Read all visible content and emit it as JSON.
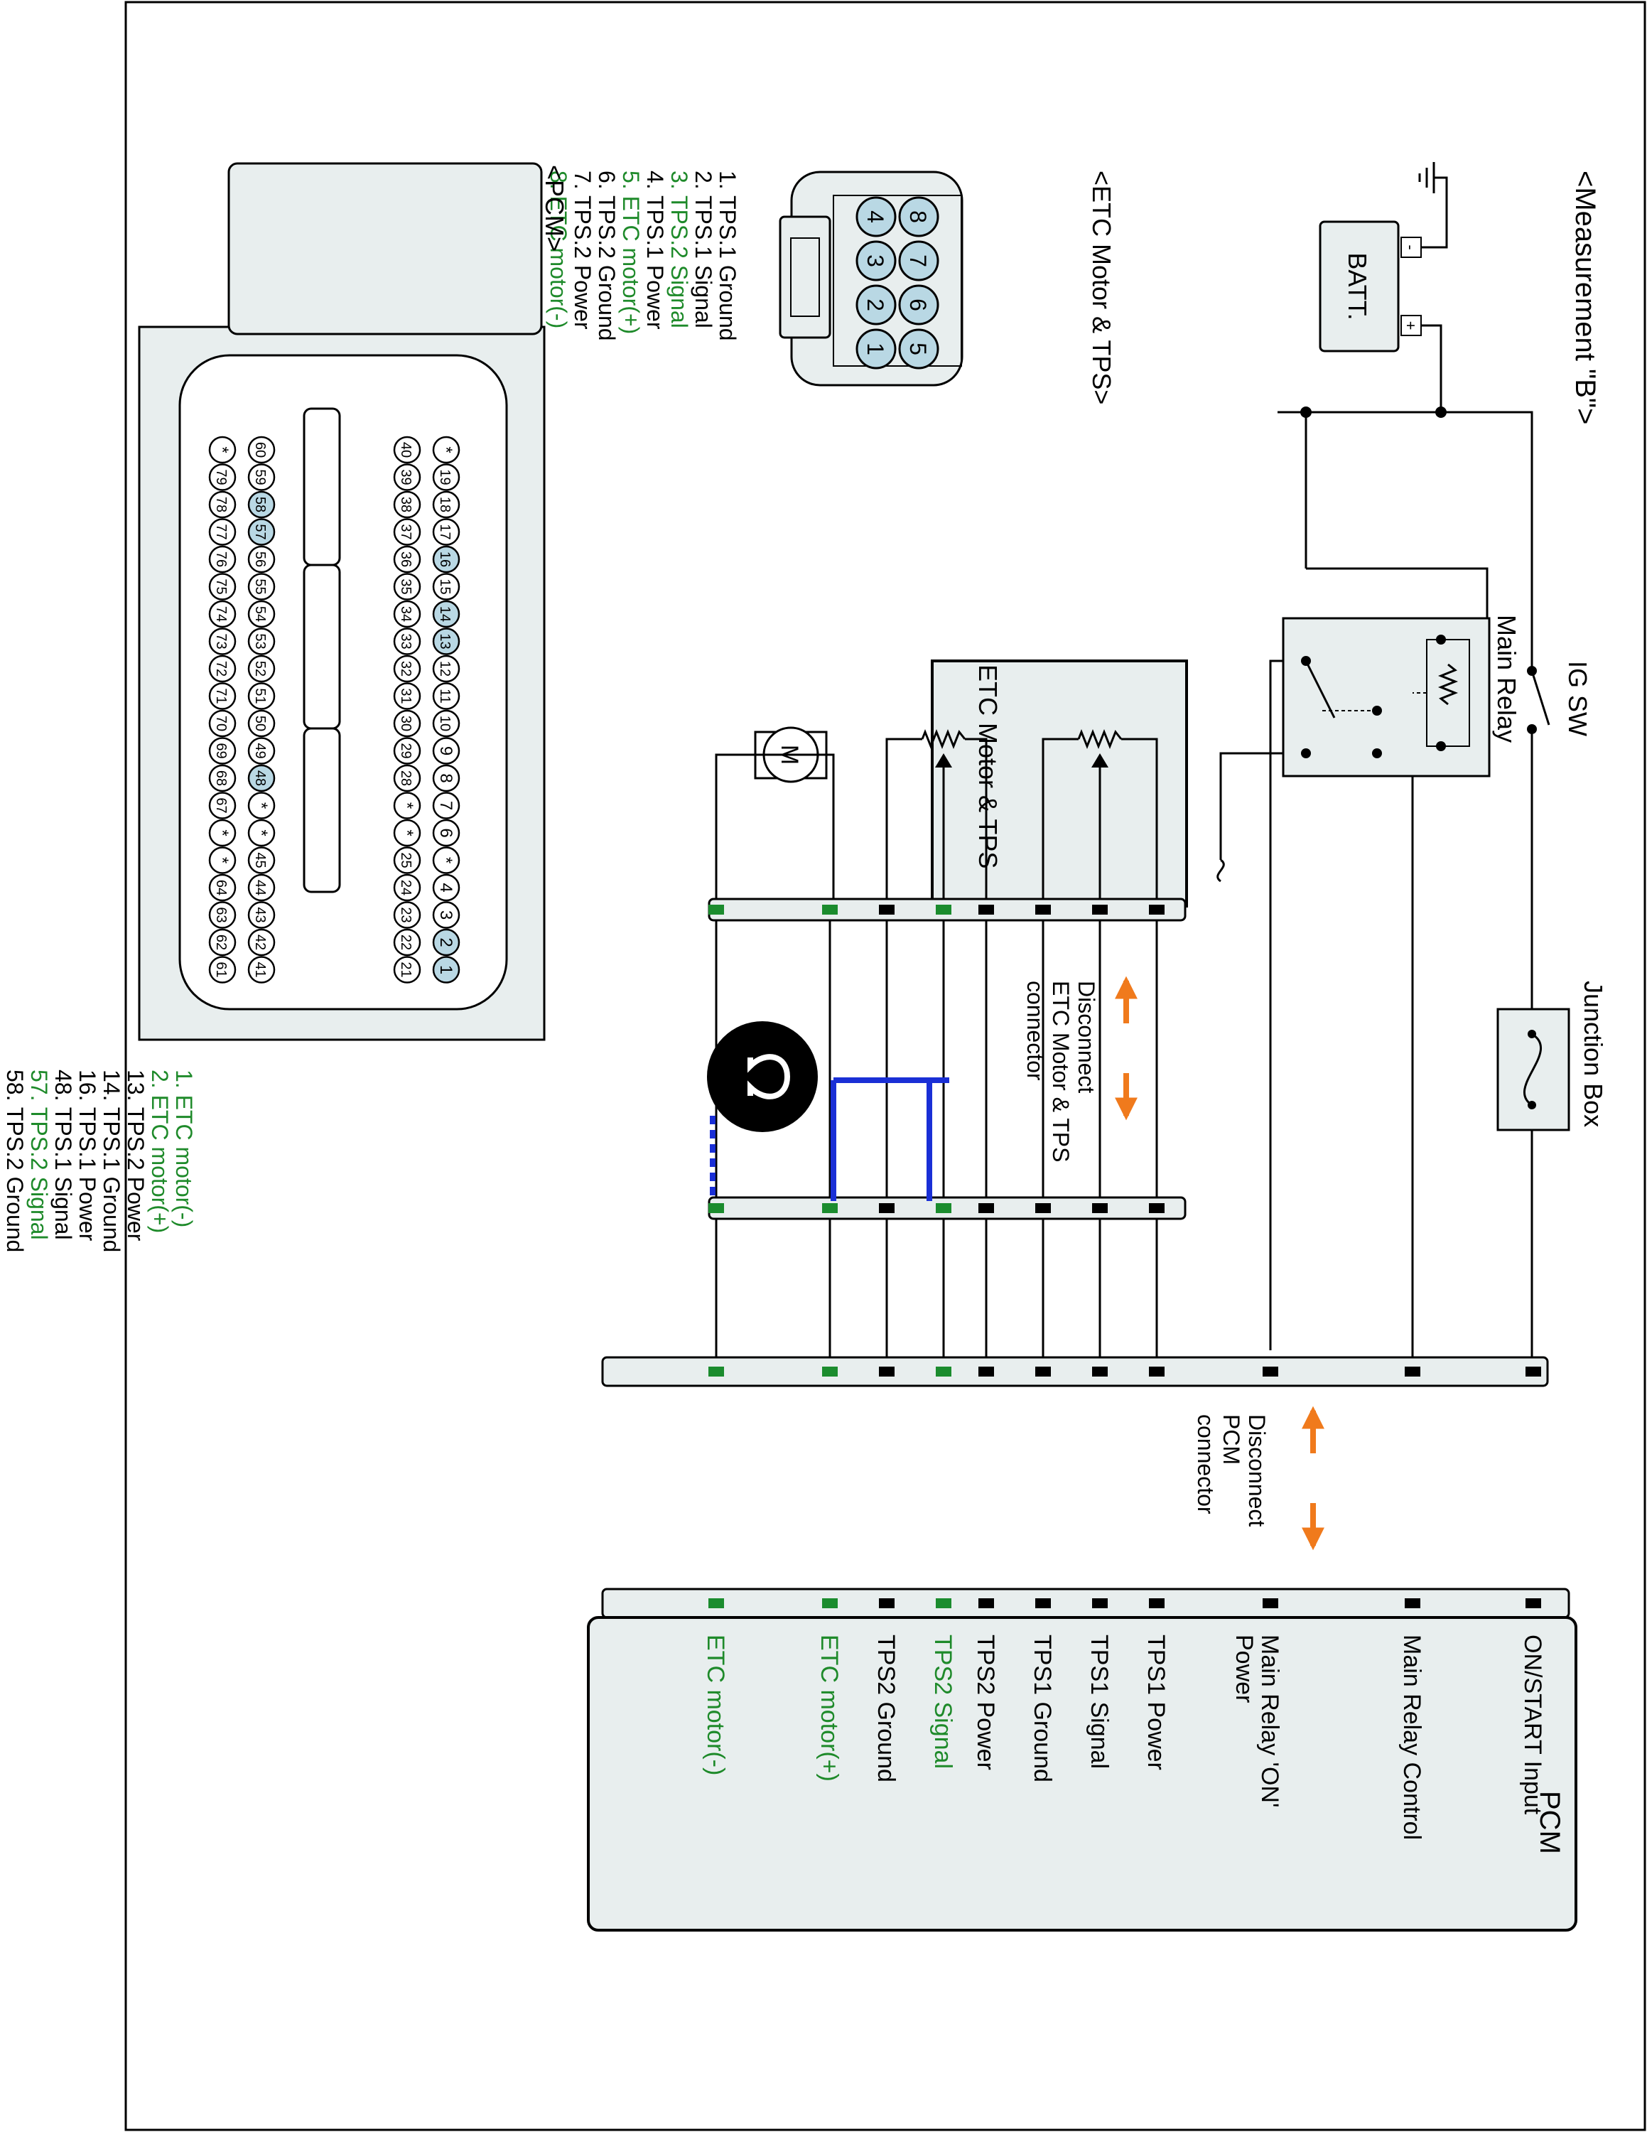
{
  "measurement_title": "<Measurement \"B\">",
  "battery": {
    "label": "BATT.",
    "neg": "-",
    "pos": "+"
  },
  "ig_sw": "IG SW",
  "main_relay": "Main Relay",
  "junction_box": "Junction Box",
  "disconnect_etc": [
    "Disconnect",
    "ETC Motor & TPS",
    "connector"
  ],
  "disconnect_pcm": [
    "Disconnect",
    "PCM",
    "connector"
  ],
  "etc_block_label": "ETC Motor & TPS",
  "motor_symbol": "M",
  "etc_connector": {
    "title": "<ETC Motor & TPS>",
    "pins": [
      "1",
      "2",
      "3",
      "4",
      "5",
      "6",
      "7",
      "8"
    ],
    "legend": [
      {
        "text": "1. TPS.1 Ground",
        "color": "black"
      },
      {
        "text": "2. TPS.1 Signal",
        "color": "black"
      },
      {
        "text": "3. TPS.2 Signal",
        "color": "green"
      },
      {
        "text": "4. TPS.1 Power",
        "color": "black"
      },
      {
        "text": "5. ETC motor(+)",
        "color": "green"
      },
      {
        "text": "6. TPS.2 Ground",
        "color": "black"
      },
      {
        "text": "7. TPS.2 Power",
        "color": "black"
      },
      {
        "text": "8. ETC motor(-)",
        "color": "green"
      }
    ]
  },
  "pcm_connector": {
    "title": "<PCM>",
    "row1": [
      "*",
      "19",
      "18",
      "17",
      "16",
      "15",
      "14",
      "13",
      "12",
      "11",
      "10",
      "9",
      "8",
      "7",
      "6",
      "*",
      "4",
      "3",
      "2",
      "1"
    ],
    "row2": [
      "40",
      "39",
      "38",
      "37",
      "36",
      "35",
      "34",
      "33",
      "32",
      "31",
      "30",
      "29",
      "28",
      "*",
      "*",
      "25",
      "24",
      "23",
      "22",
      "21"
    ],
    "row3": [
      "60",
      "59",
      "58",
      "57",
      "56",
      "55",
      "54",
      "53",
      "52",
      "51",
      "50",
      "49",
      "48",
      "*",
      "*",
      "45",
      "44",
      "43",
      "42",
      "41"
    ],
    "row4": [
      "*",
      "79",
      "78",
      "77",
      "76",
      "75",
      "74",
      "73",
      "72",
      "71",
      "70",
      "69",
      "68",
      "67",
      "*",
      "*",
      "64",
      "63",
      "62",
      "61"
    ],
    "highlight": [
      "16",
      "14",
      "13",
      "2",
      "1",
      "58",
      "57",
      "48"
    ],
    "legend": [
      {
        "text": "1. ETC motor(-)",
        "color": "green"
      },
      {
        "text": "2. ETC motor(+)",
        "color": "green"
      },
      {
        "text": "13. TPS.2 Power",
        "color": "black"
      },
      {
        "text": "14. TPS.1 Ground",
        "color": "black"
      },
      {
        "text": "16. TPS.1 Power",
        "color": "black"
      },
      {
        "text": "48. TPS.1 Signal",
        "color": "black"
      },
      {
        "text": "57. TPS.2 Signal",
        "color": "green"
      },
      {
        "text": "58. TPS.2 Ground",
        "color": "black"
      }
    ]
  },
  "pcm": {
    "title": "PCM",
    "terminals": [
      {
        "text": "ON/START Input",
        "text2": "",
        "color": "black"
      },
      {
        "text": "Main Relay Control",
        "text2": "",
        "color": "black"
      },
      {
        "text": "Main Relay 'ON'",
        "text2": "Power",
        "color": "black"
      },
      {
        "text": "TPS1 Power",
        "text2": "",
        "color": "black"
      },
      {
        "text": "TPS1 Signal",
        "text2": "",
        "color": "black"
      },
      {
        "text": "TPS1 Ground",
        "text2": "",
        "color": "black"
      },
      {
        "text": "TPS2 Power",
        "text2": "",
        "color": "black"
      },
      {
        "text": "TPS2 Signal",
        "text2": "",
        "color": "green"
      },
      {
        "text": "TPS2 Ground",
        "text2": "",
        "color": "black"
      },
      {
        "text": "ETC motor(+)",
        "text2": "",
        "color": "green"
      },
      {
        "text": "ETC motor(-)",
        "text2": "",
        "color": "green"
      }
    ]
  },
  "colors": {
    "green": "#1e8a2a",
    "pin_green": "#1b8c2e",
    "blue_probe": "#1a2fd6",
    "orange_arrow": "#f07a1c",
    "panel_fill": "#e8eeee",
    "pin_fill": "#b9d8e4"
  }
}
